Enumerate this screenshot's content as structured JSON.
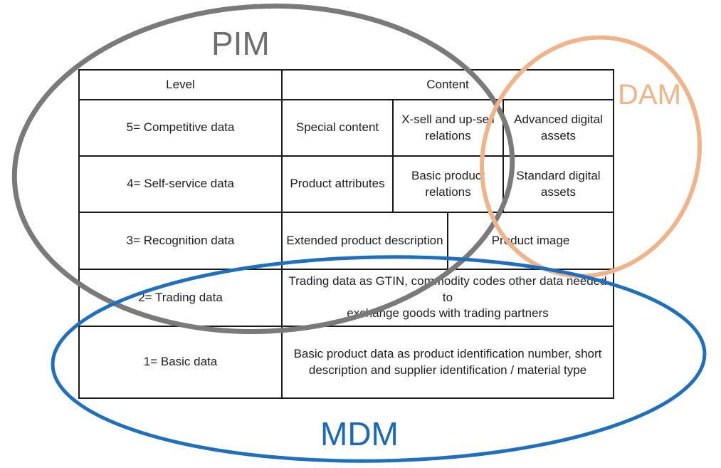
{
  "labels": {
    "pim": "PIM",
    "dam": "DAM",
    "mdm": "MDM"
  },
  "table": {
    "header": {
      "level": "Level",
      "content": "Content"
    },
    "rows": [
      {
        "level": "5= Competitive data",
        "cells": [
          "Special content",
          "X-sell and up-sell\nrelations",
          "Advanced digital\nassets"
        ]
      },
      {
        "level": "4= Self-service data",
        "cells": [
          "Product attributes",
          "Basic product\nrelations",
          "Standard digital\nassets"
        ]
      },
      {
        "level": "3= Recognition data",
        "cells": [
          "Extended product description",
          "Product image"
        ]
      },
      {
        "level": "2= Trading data",
        "cells": [
          "Trading data as GTIN, commodity codes other data needed to\nexchange goods with trading partners"
        ]
      },
      {
        "level": "1= Basic data",
        "cells": [
          "Basic product data as product identification number, short\ndescription and supplier identification / material type"
        ]
      }
    ]
  },
  "colors": {
    "pim": "#7a7a7a",
    "dam": "#f0b48a",
    "mdm": "#1f6fbf",
    "grid": "#1a1a1a"
  }
}
